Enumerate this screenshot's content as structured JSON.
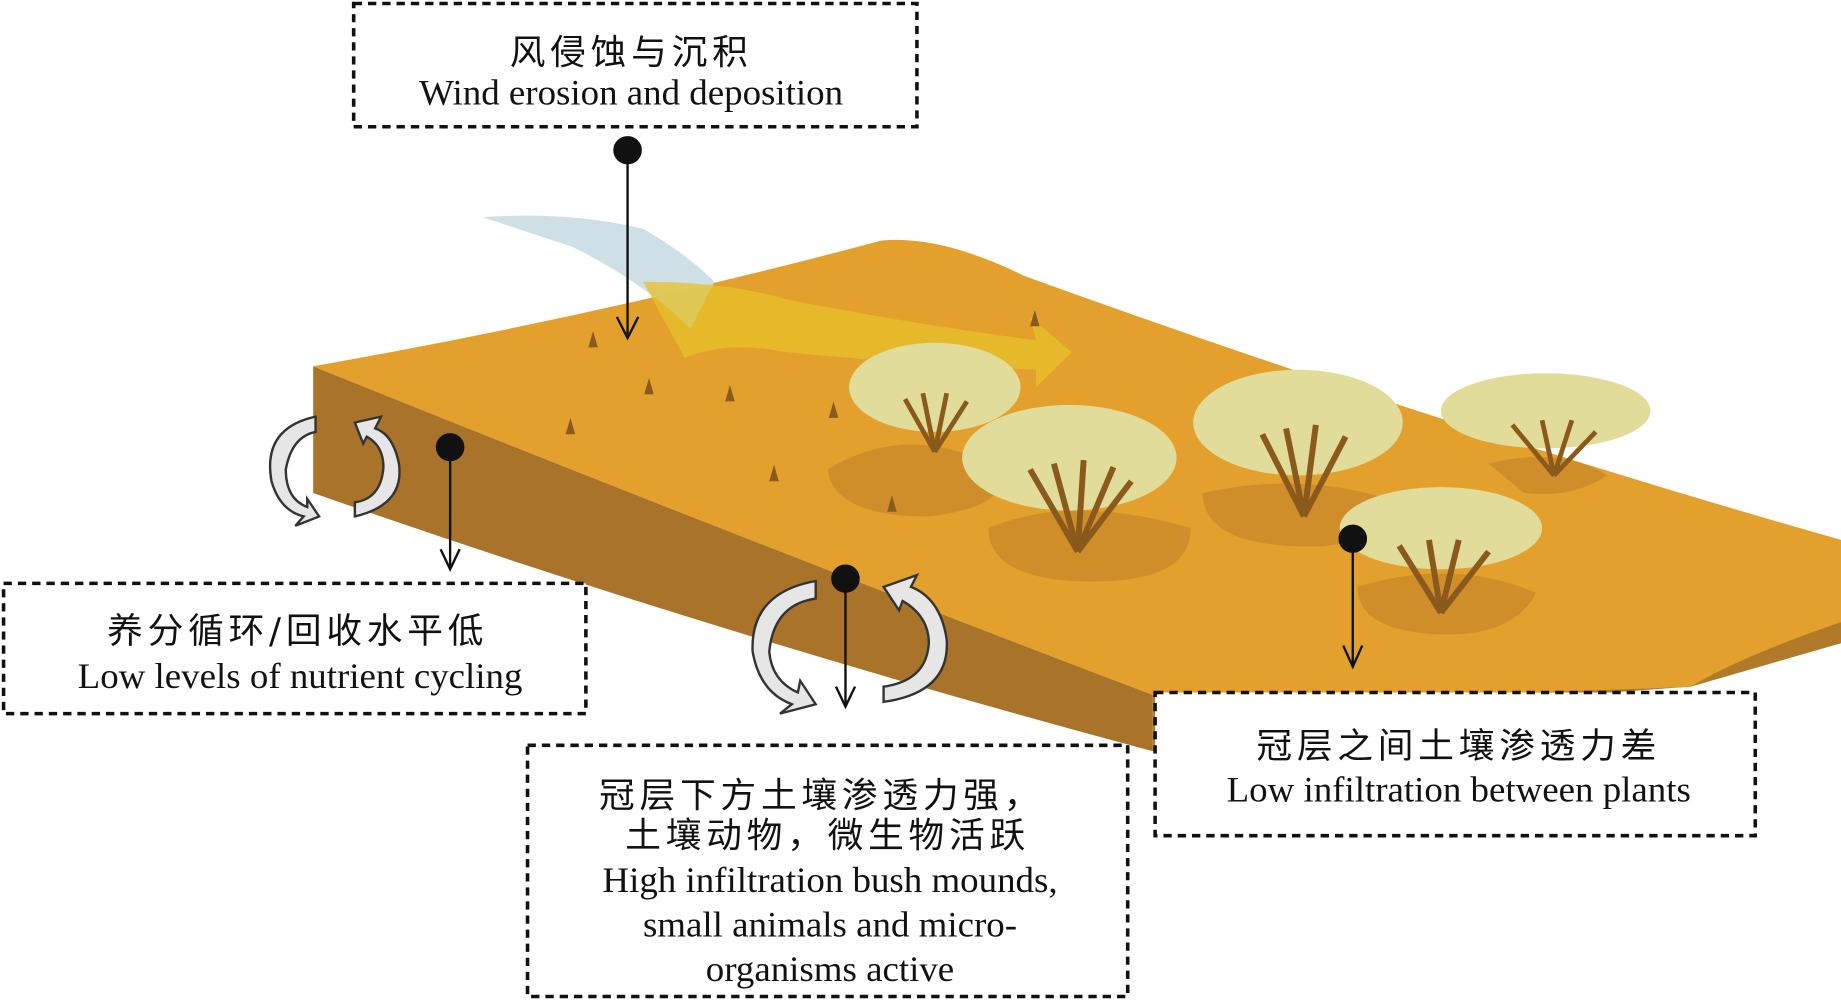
{
  "labels": {
    "wind": {
      "cn": "风侵蚀与沉积",
      "en": "Wind erosion and deposition"
    },
    "nutrient": {
      "cn": "养分循环/回收水平低",
      "en": "Low levels of nutrient cycling"
    },
    "high_infiltration": {
      "cn1": "冠层下方土壤渗透力强，",
      "cn2": "土壤动物，微生物活跃",
      "en1": "High infiltration bush mounds,",
      "en2": "small animals and micro-",
      "en3": "organisms active"
    },
    "low_infiltration": {
      "cn": "冠层之间土壤渗透力差",
      "en": "Low infiltration between plants"
    }
  },
  "colors": {
    "soil_top": "#e3a02c",
    "soil_side": "#a9742a",
    "canopy": "#e2dc9a",
    "stem": "#8a5a1c",
    "wind": "#c9dde3",
    "wind_deposit": "#e6c22a"
  }
}
